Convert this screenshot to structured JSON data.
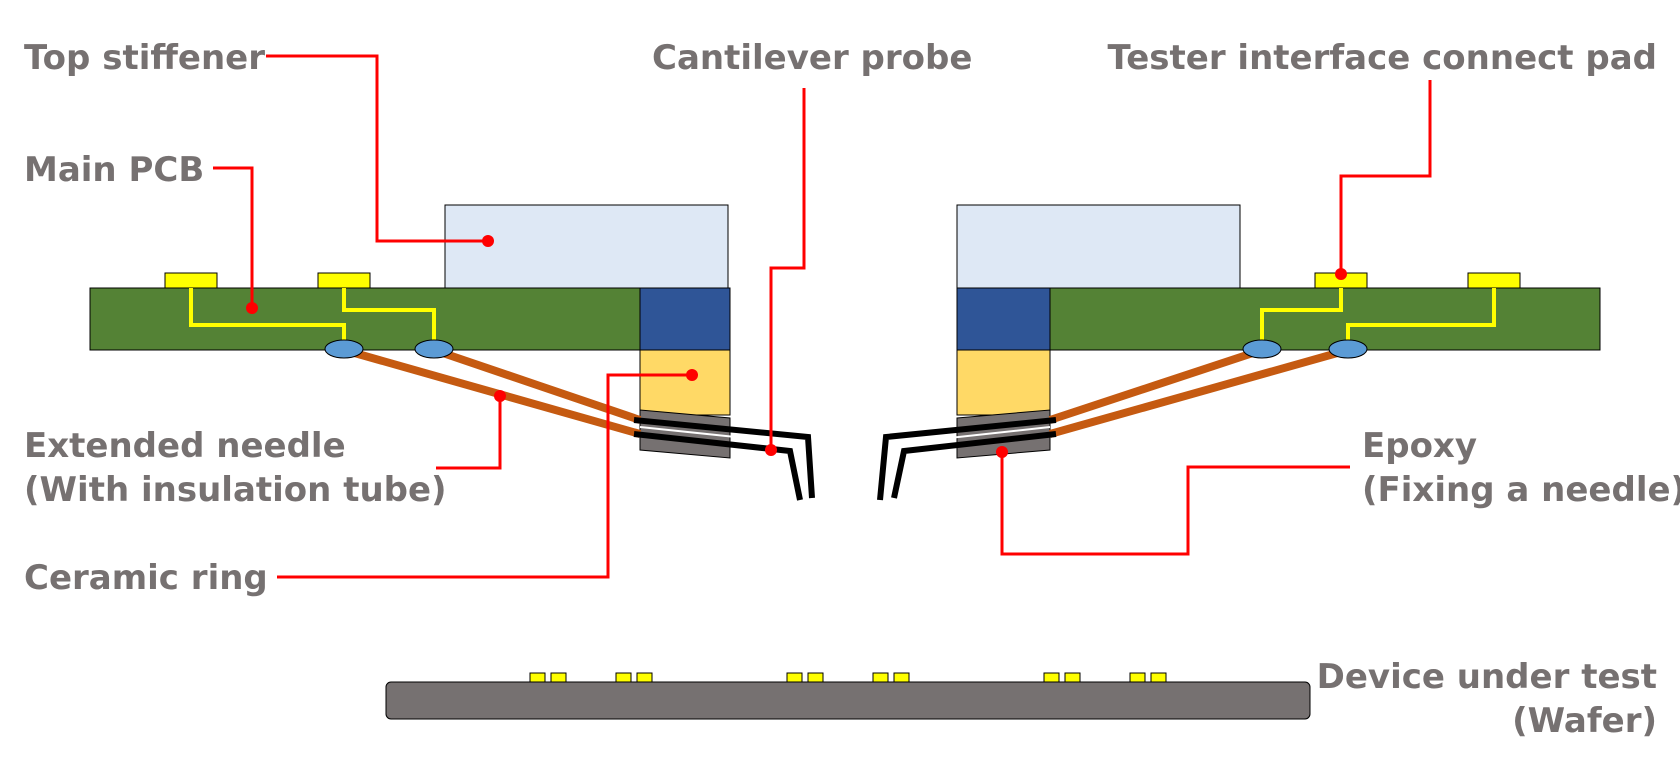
{
  "labels": {
    "top_stiffener": "Top stiffener",
    "cantilever_probe": "Cantilever probe",
    "tester_interface_pad": "Tester interface connect pad",
    "main_pcb": "Main PCB",
    "extended_needle_line1": "Extended needle",
    "extended_needle_line2": "(With insulation tube)",
    "epoxy_line1": "Epoxy",
    "epoxy_line2": "(Fixing a needle)",
    "ceramic_ring": "Ceramic ring",
    "dut_line1": "Device under test",
    "dut_line2": "(Wafer)"
  },
  "colors": {
    "label_text": "#767171",
    "callout_line": "#ff0000",
    "pcb": "#548235",
    "stiffener": "#dee8f5",
    "pad": "#ffff00",
    "trace": "#ffff00",
    "via": "#5b9bd5",
    "blue_block": "#2f5597",
    "ceramic_ring": "#ffd966",
    "epoxy": "#767171",
    "needle_tube": "#c55a11",
    "probe": "#000000",
    "wafer": "#767171"
  }
}
